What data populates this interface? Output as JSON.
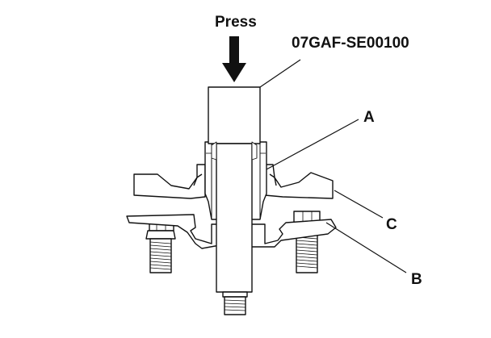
{
  "labels": {
    "press": "Press",
    "tool": "07GAF-SE00100",
    "a": "A",
    "b": "B",
    "c": "C"
  },
  "colors": {
    "ink": "#111111",
    "fill": "#ffffff"
  }
}
